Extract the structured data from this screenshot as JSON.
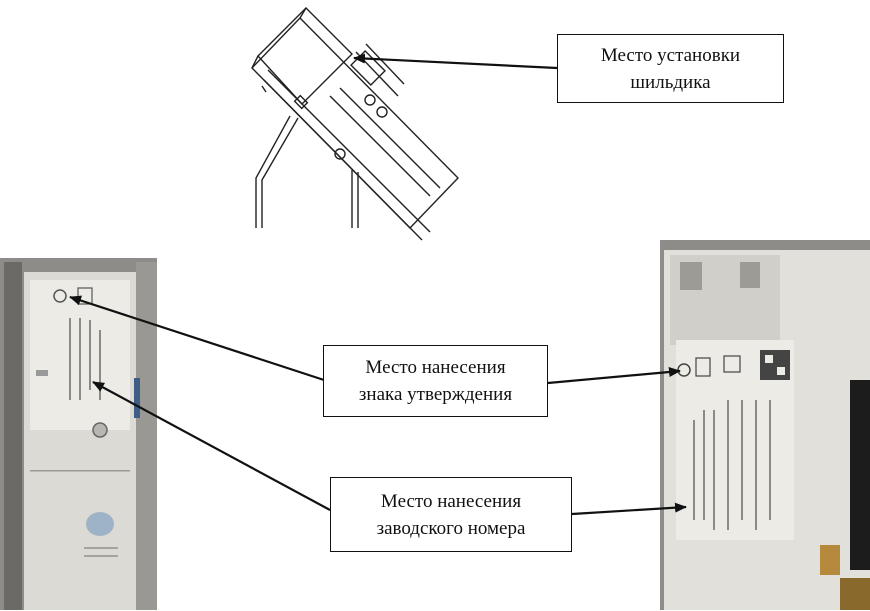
{
  "callouts": {
    "nameplate": {
      "line1": "Место установки",
      "line2": "шильдика"
    },
    "approval_mark": {
      "line1": "Место нанесения",
      "line2": "знака утверждения"
    },
    "serial_number": {
      "line1": "Место нанесения",
      "line2": "заводского номера"
    }
  },
  "colors": {
    "line": "#111111",
    "photo_background": "#8d8c88",
    "device_body": "#dcdad4",
    "label_sticker": "#ecebe6"
  }
}
